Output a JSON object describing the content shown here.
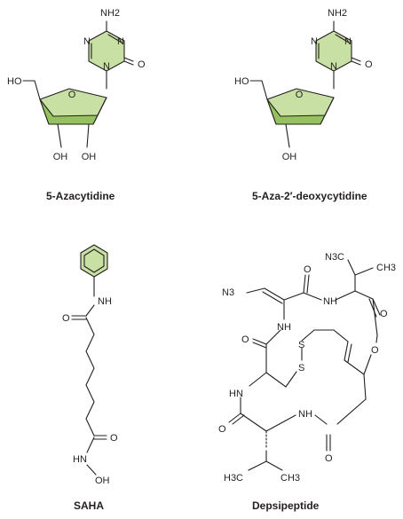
{
  "molecules": {
    "azacytidine": {
      "name": "5-Azacytidine",
      "atoms": {
        "nh2": "NH2",
        "n_top": "N",
        "n_left": "N",
        "n_ring": "N",
        "o_carbonyl": "O",
        "ho": "HO",
        "o_ring": "O",
        "oh_left": "OH",
        "oh_right": "OH"
      }
    },
    "decitabine": {
      "name": "5-Aza-2′-deoxycytidine",
      "atoms": {
        "nh2": "NH2",
        "n_top": "N",
        "n_left": "N",
        "n_ring": "N",
        "o_carbonyl": "O",
        "ho": "HO",
        "o_ring": "O",
        "oh": "OH"
      }
    },
    "saha": {
      "name": "SAHA",
      "atoms": {
        "nh": "NH",
        "o_amide": "O",
        "o_hydroxamate": "O",
        "hn": "HN",
        "oh": "OH"
      }
    },
    "depsipeptide": {
      "name": "Depsipeptide",
      "atoms": {
        "n3_top": "N3C",
        "ch3_top": "CH3",
        "n3_left": "N3",
        "o1": "O",
        "nh1": "NH",
        "o2": "O",
        "nh2": "NH",
        "o3": "O",
        "s1": "S",
        "s2": "S",
        "o_ester": "O",
        "hn": "HN",
        "o4": "O",
        "nh3": "NH",
        "o5": "O",
        "h3c": "H3C",
        "ch3_bottom": "CH3"
      }
    }
  },
  "colors": {
    "ring_fill": "#c8e0a4",
    "ring_front": "#95c25e",
    "line": "#231f20"
  }
}
